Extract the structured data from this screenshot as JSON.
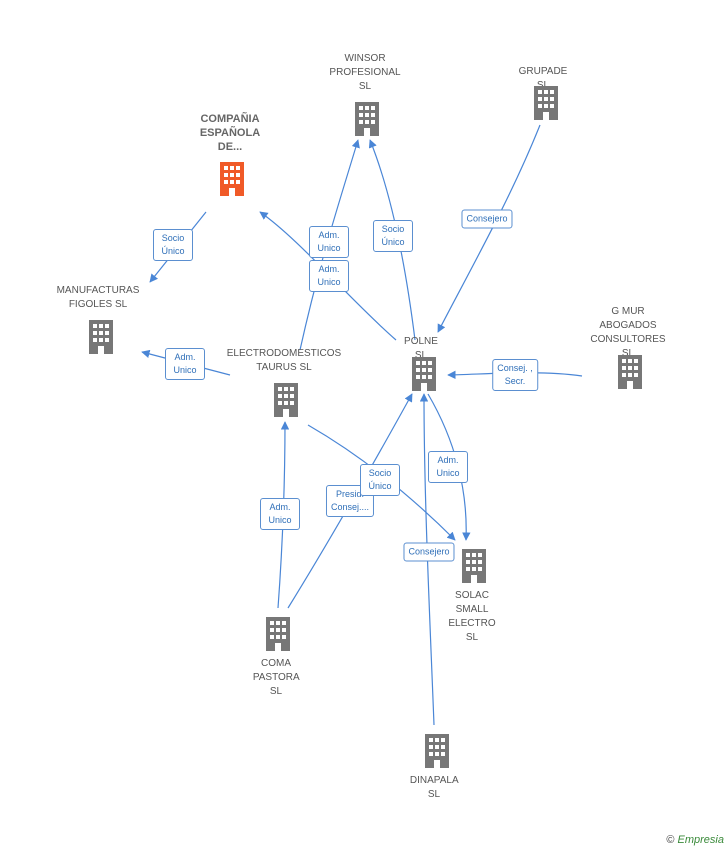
{
  "colors": {
    "main_node": "#f05a28",
    "node": "#777777",
    "edge": "#4a86d6"
  },
  "nodes": {
    "compania": {
      "label": "COMPAÑIA\nESPAÑOLA\nDE...",
      "icon": "building-icon"
    },
    "winsor": {
      "label": "WINSOR\nPROFESIONAL\nSL",
      "icon": "building-icon"
    },
    "grupade": {
      "label": "GRUPADE SL",
      "icon": "building-icon"
    },
    "manufacturas": {
      "label": "MANUFACTURAS\nFIGOLES SL",
      "icon": "building-icon"
    },
    "gmur": {
      "label": "G MUR\nABOGADOS\nCONSULTORES SL",
      "icon": "building-icon"
    },
    "electro": {
      "label": "ELECTRODOMESTICOS\nTAURUS SL",
      "icon": "building-icon"
    },
    "polne": {
      "label": "POLNE SL",
      "icon": "building-icon"
    },
    "solac": {
      "label": "SOLAC\nSMALL\nELECTRO SL",
      "icon": "building-icon"
    },
    "coma": {
      "label": "COMA\nPASTORA SL",
      "icon": "building-icon"
    },
    "dinapala": {
      "label": "DINAPALA SL",
      "icon": "building-icon"
    }
  },
  "edges": {
    "compania_manufacturas": "Socio\nÚnico",
    "electro_winsor": "Adm.\nUnico",
    "polne_compania": "Adm.\nUnico",
    "polne_winsor": "Socio\nÚnico",
    "grupade_polne": "Consejero",
    "electro_manufacturas": "Adm.\nUnico",
    "gmur_polne": "Consej. ,\nSecr.",
    "coma_electro": "Adm.\nUnico",
    "coma_polne": "Presid.\nConsej....",
    "electro_solac": "Socio\nÚnico",
    "polne_solac": "Adm.\nUnico",
    "dinapala_polne": "Consejero"
  },
  "brand": {
    "symbol": "©",
    "name": "Empresia"
  }
}
